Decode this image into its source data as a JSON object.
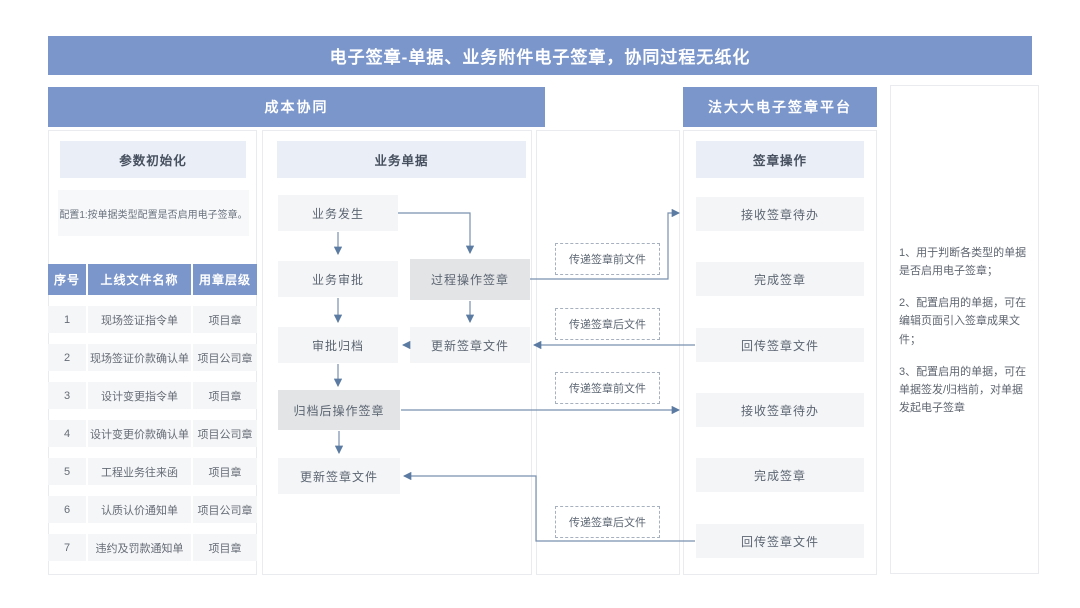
{
  "title": "电子签章-单据、业务附件电子签章，协同过程无纸化",
  "cost_section": {
    "header": "成本协同",
    "param": {
      "header": "参数初始化",
      "config_note": "配置1:按单据类型配置是否启用电子签章。",
      "table": {
        "headers": [
          "序号",
          "上线文件名称",
          "用章层级"
        ],
        "rows": [
          {
            "no": "1",
            "file": "现场签证指令单",
            "seal": "项目章"
          },
          {
            "no": "2",
            "file": "现场签证价款确认单",
            "seal": "项目公司章"
          },
          {
            "no": "3",
            "file": "设计变更指令单",
            "seal": "项目章"
          },
          {
            "no": "4",
            "file": "设计变更价款确认单",
            "seal": "项目公司章"
          },
          {
            "no": "5",
            "file": "工程业务往来函",
            "seal": "项目章"
          },
          {
            "no": "6",
            "file": "认质认价通知单",
            "seal": "项目公司章"
          },
          {
            "no": "7",
            "file": "违约及罚款通知单",
            "seal": "项目章"
          }
        ]
      }
    },
    "docs": {
      "header": "业务单据",
      "nodes": {
        "occur": "业务发生",
        "approve": "业务审批",
        "process_sign": "过程操作签章",
        "archive": "审批归档",
        "update_file_1": "更新签章文件",
        "after_archive_sign": "归档后操作签章",
        "update_file_2": "更新签章文件"
      }
    }
  },
  "transfer": {
    "labels": [
      "传递签章前文件",
      "传递签章后文件",
      "传递签章前文件",
      "传递签章后文件"
    ]
  },
  "fadada_section": {
    "header": "法大大电子签章平台",
    "sub_header": "签章操作",
    "nodes": [
      "接收签章待办",
      "完成签章",
      "回传签章文件",
      "接收签章待办",
      "完成签章",
      "回传签章文件"
    ]
  },
  "notes": [
    "1、用于判断各类型的单据是否启用电子签章；",
    "2、配置启用的单据，可在编辑页面引入签章成果文件；",
    "3、配置启用的单据，可在单据签发/归档前，对单据发起电子签章"
  ],
  "colors": {
    "header_blue": "#7b96cb",
    "subheader_bg": "#eaeef6",
    "node_bg": "#f4f5f7",
    "node_dark_bg": "#e3e4e6",
    "connector": "#7a90b0"
  }
}
